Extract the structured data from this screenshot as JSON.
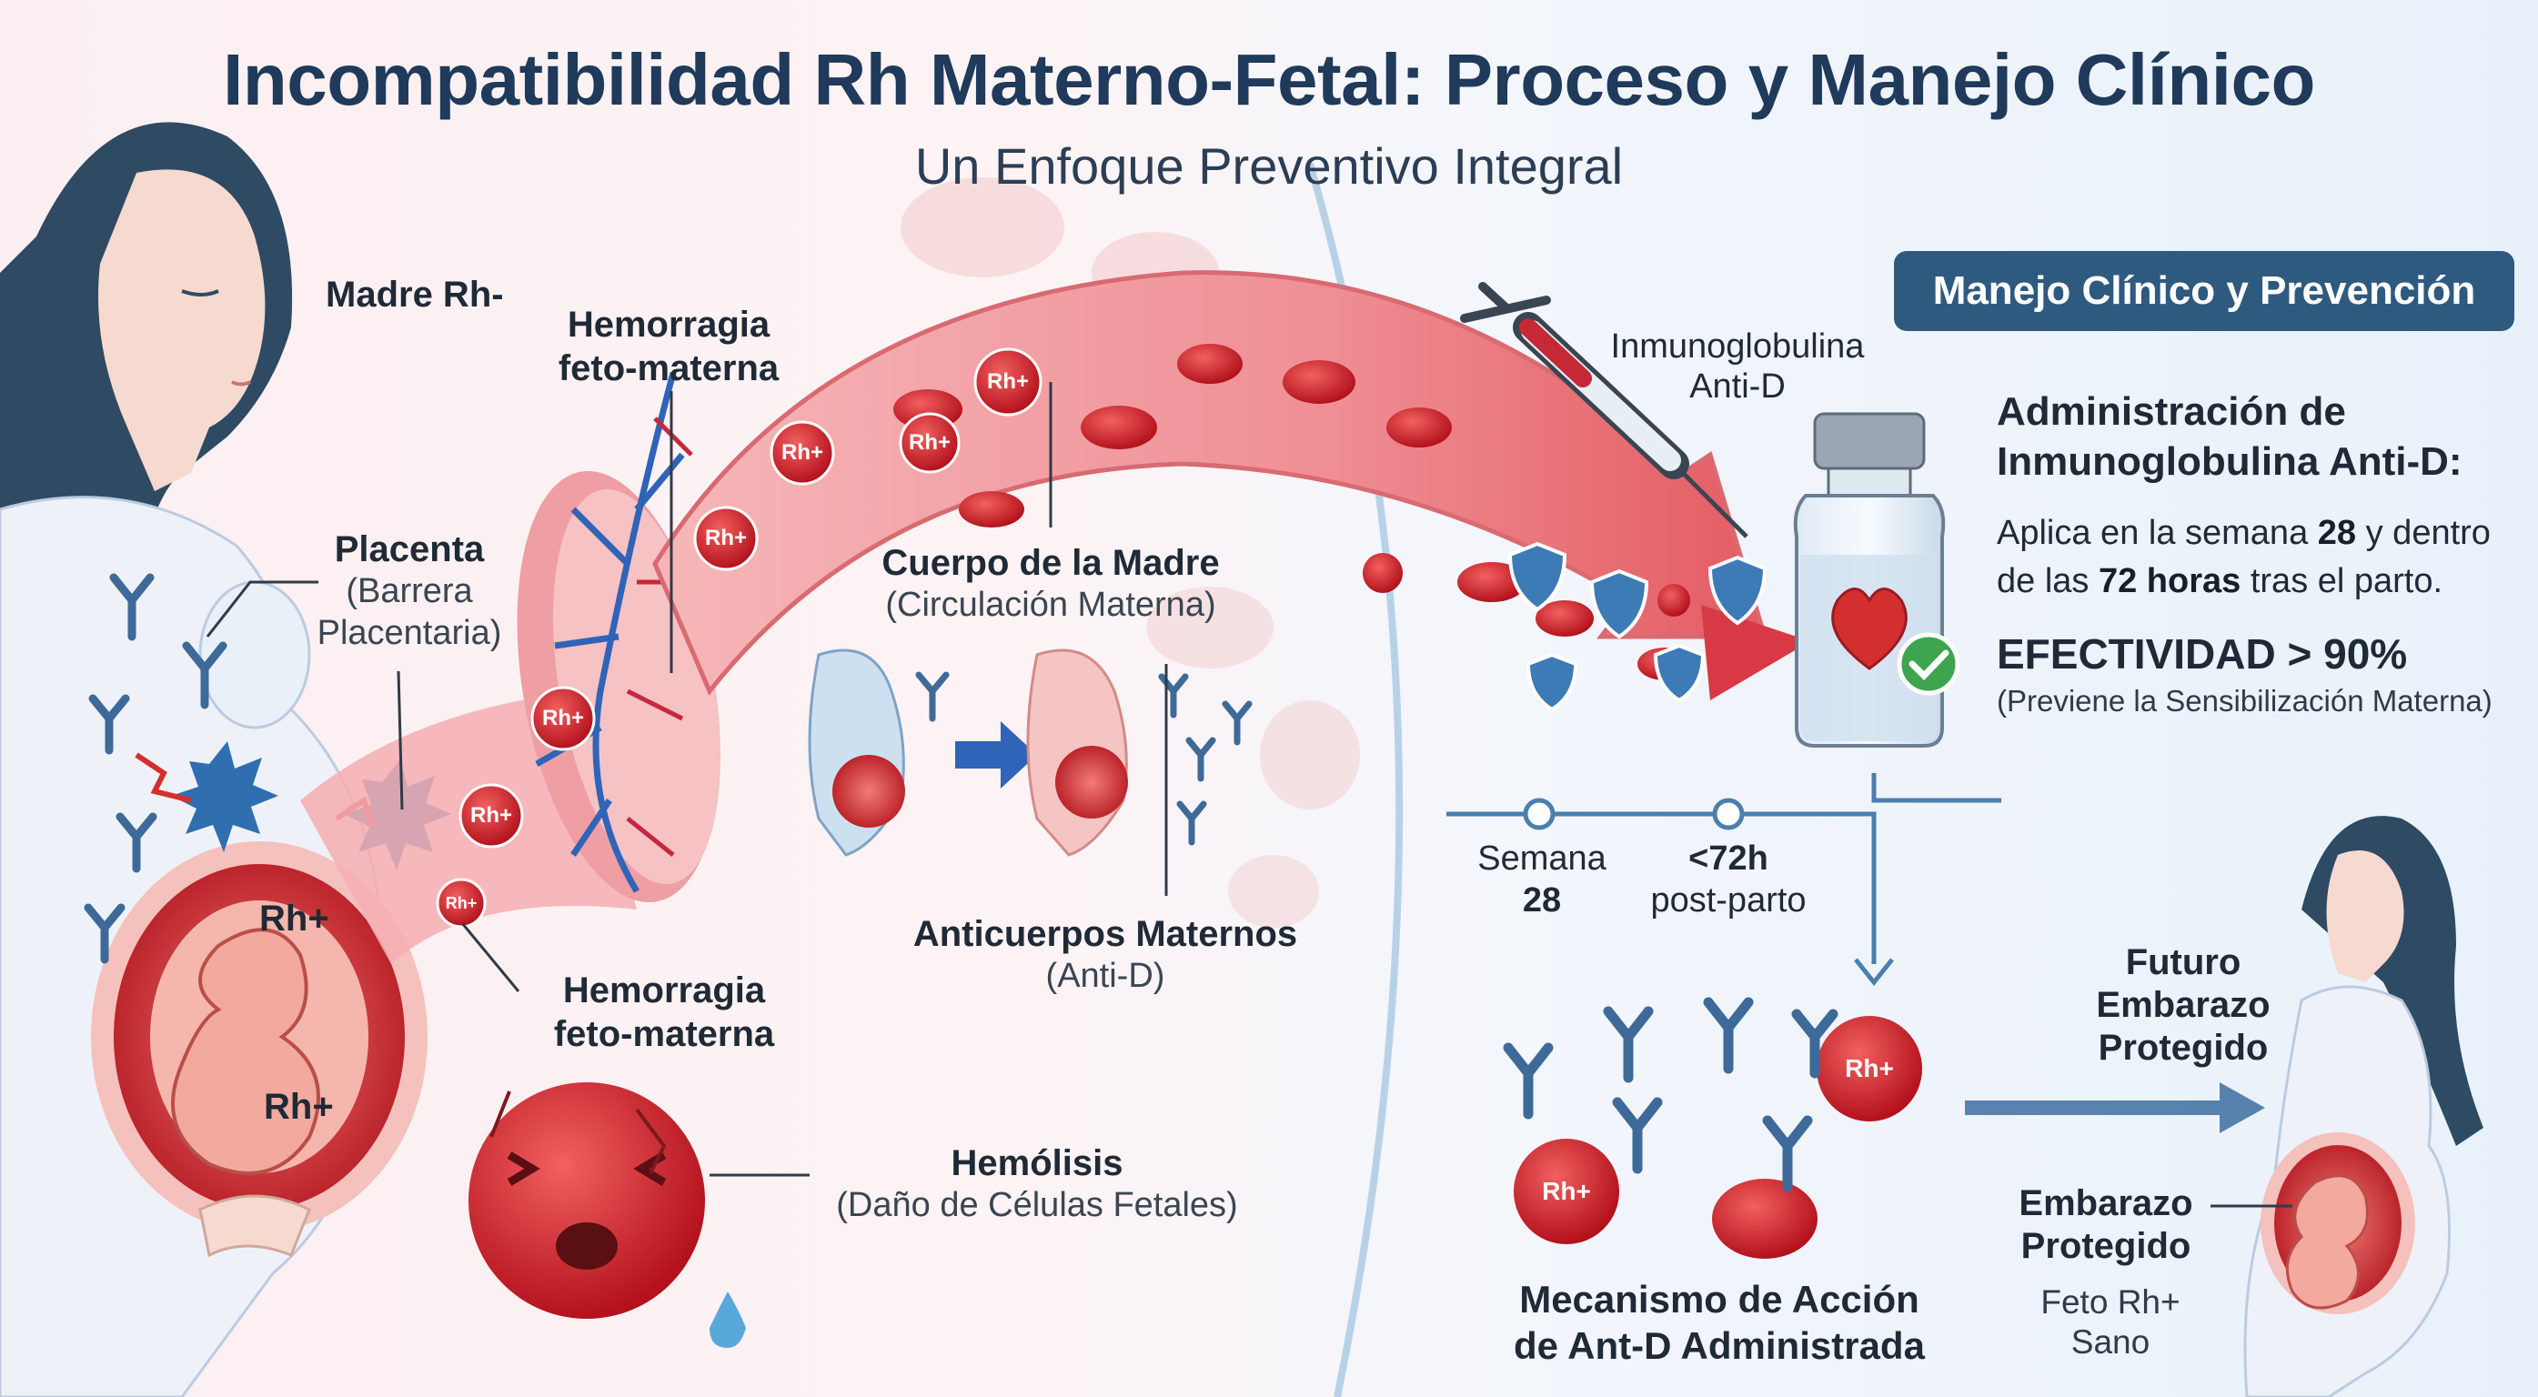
{
  "title": "Incompatibilidad Rh Materno-Fetal: Proceso y Manejo Clínico",
  "subtitle": "Un Enfoque Preventivo Integral",
  "left": {
    "mother_label": "Madre Rh-",
    "placenta_label": "Placenta",
    "placenta_sub1": "(Barrera",
    "placenta_sub2": "Placentaria)",
    "fetus_tag_1": "Rh+",
    "fetus_tag_2": "Rh+",
    "hemorrhage_top_1": "Hemorragia",
    "hemorrhage_top_2": "feto-materna",
    "hemorrhage_bottom_1": "Hemorragia",
    "hemorrhage_bottom_2": "feto-materna",
    "cell_tag": "Rh+"
  },
  "middle": {
    "body_label": "Cuerpo de la Madre",
    "body_sub": "(Circulación Materna)",
    "antibodies_label": "Anticuerpos Maternos",
    "antibodies_sub": "(Anti-D)",
    "hemolysis_label": "Hemólisis",
    "hemolysis_sub": "(Daño de Células Fetales)"
  },
  "right": {
    "header": "Manejo Clínico y Prevención",
    "syringe_label_1": "Inmunoglobulina",
    "syringe_label_2": "Anti-D",
    "admin_title_1": "Administración de",
    "admin_title_2": "Inmunoglobulina Anti-D:",
    "admin_desc_1": "Aplica en la semana",
    "admin_desc_week": "28",
    "admin_desc_2": "y dentro",
    "admin_desc_3": "de las",
    "admin_desc_hours": "72 horas",
    "admin_desc_4": "tras el parto.",
    "effectiveness": "EFECTIVIDAD > 90%",
    "effectiveness_sub": "(Previene la Sensibilización Materna)",
    "timeline_week_label": "Semana",
    "timeline_week_value": "28",
    "timeline_hours_value": "<72h",
    "timeline_hours_label": "post-parto",
    "mechanism_1": "Mecanismo de Acción",
    "mechanism_2": "de Ant-D Administrada",
    "mech_tag_1": "Rh+",
    "mech_tag_2": "Rh+",
    "future_1": "Futuro",
    "future_2": "Embarazo",
    "future_3": "Protegido",
    "protected_1": "Embarazo",
    "protected_2": "Protegido",
    "healthy_1": "Feto Rh+",
    "healthy_2": "Sano"
  },
  "colors": {
    "title": "#1f3a5a",
    "header_bg": "#2f5a80",
    "blood_red": "#d32f2f",
    "vessel_pink": "#f2a3a8",
    "shield_blue": "#3d7bb6",
    "skin": "#f6d9cf",
    "hair": "#2f4a63"
  },
  "icons": [
    "syringe-icon",
    "vial-icon",
    "heart-icon",
    "check-icon",
    "shield-icon",
    "antibody-icon",
    "arrow-right-icon",
    "crying-cell-icon"
  ]
}
